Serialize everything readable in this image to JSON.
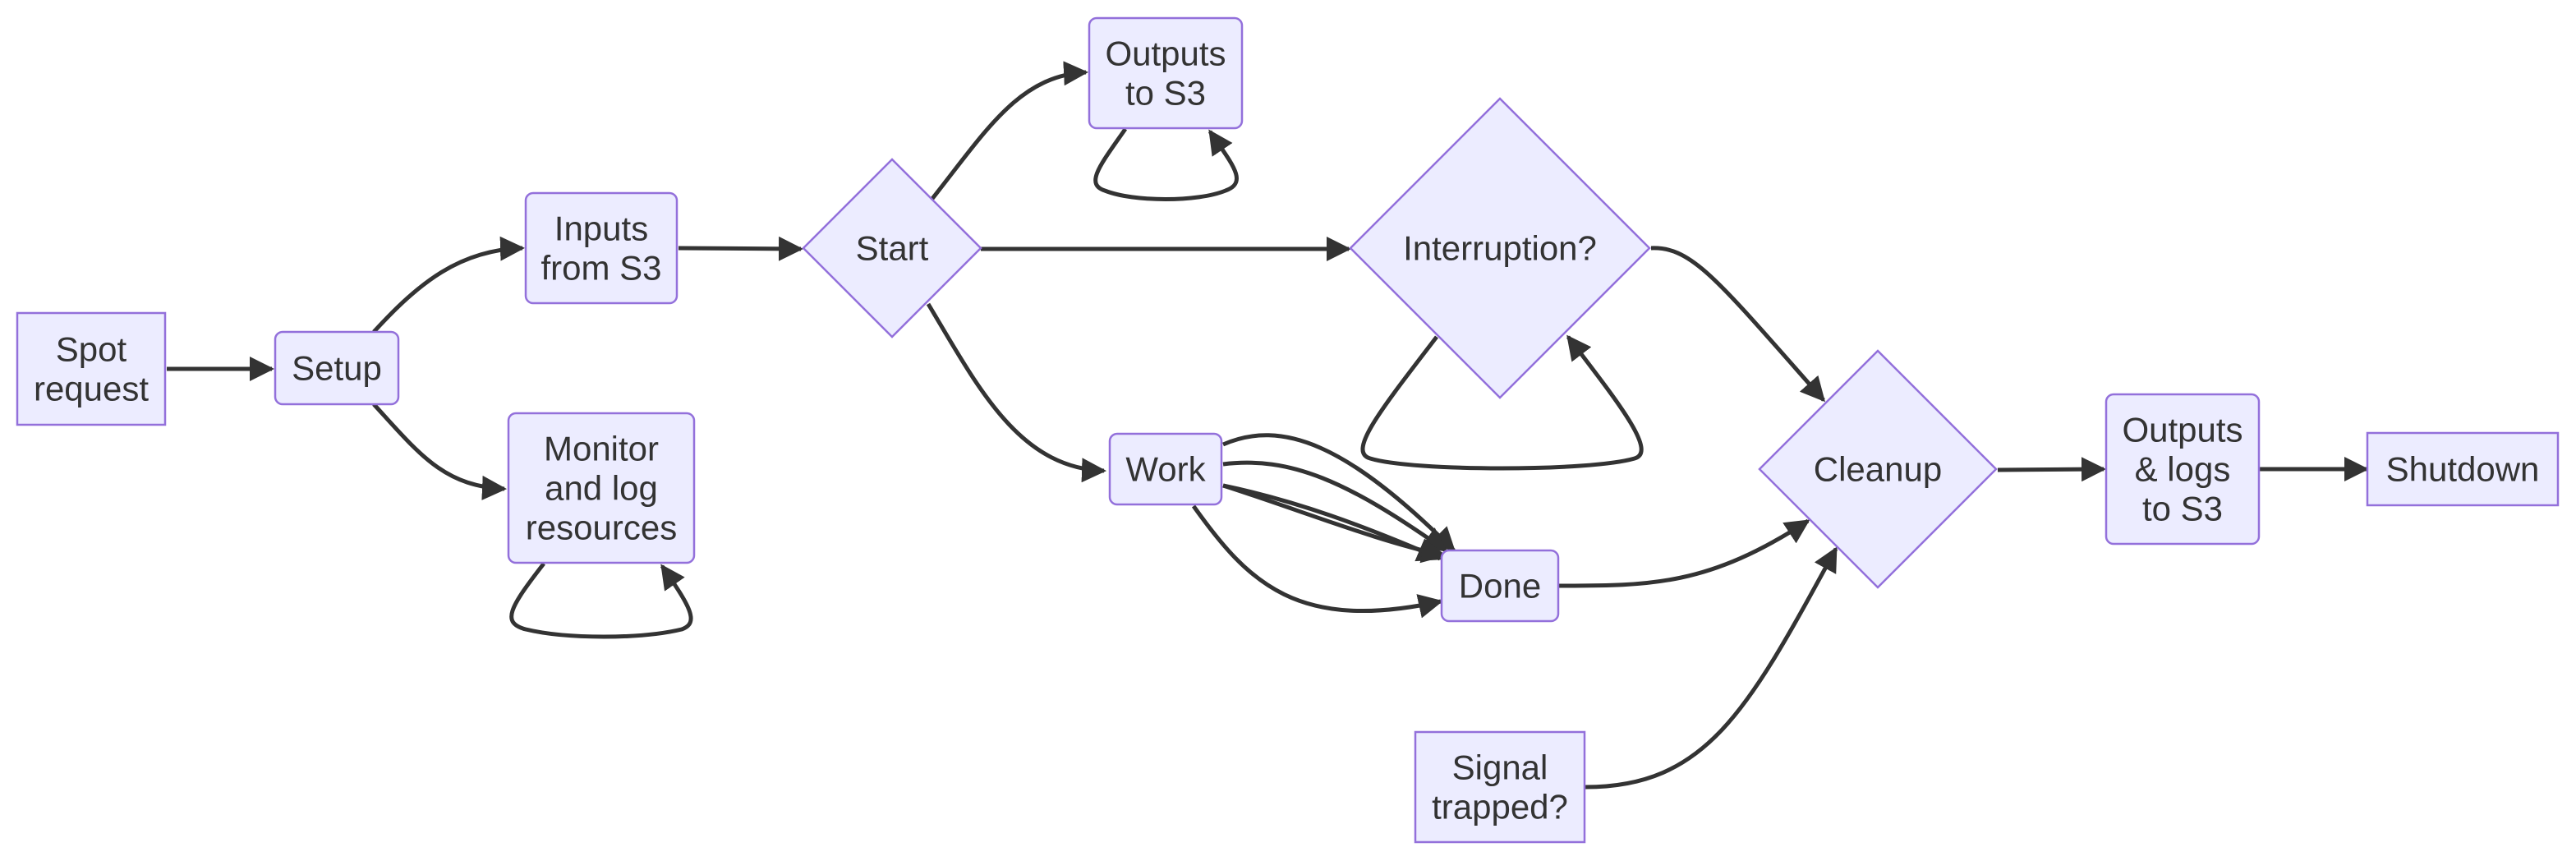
{
  "diagram": {
    "type": "flowchart",
    "colors": {
      "node_fill": "#ECECFF",
      "node_stroke": "#9370DB",
      "edge": "#333333",
      "text": "#333333"
    },
    "nodes": {
      "spot_request": {
        "shape": "rect",
        "lines": [
          "Spot",
          "request"
        ]
      },
      "setup": {
        "shape": "rounded",
        "lines": [
          "Setup"
        ]
      },
      "inputs_from_s3": {
        "shape": "rounded",
        "lines": [
          "Inputs",
          "from S3"
        ]
      },
      "monitor_and_log": {
        "shape": "rounded",
        "lines": [
          "Monitor",
          "and log",
          "resources"
        ]
      },
      "start": {
        "shape": "diamond",
        "lines": [
          "Start"
        ]
      },
      "outputs_to_s3": {
        "shape": "rounded",
        "lines": [
          "Outputs",
          "to S3"
        ]
      },
      "interruption": {
        "shape": "diamond",
        "lines": [
          "Interruption?"
        ]
      },
      "work": {
        "shape": "rounded",
        "lines": [
          "Work"
        ]
      },
      "done": {
        "shape": "rounded",
        "lines": [
          "Done"
        ]
      },
      "signal_trapped": {
        "shape": "rect",
        "lines": [
          "Signal",
          "trapped?"
        ]
      },
      "cleanup": {
        "shape": "diamond",
        "lines": [
          "Cleanup"
        ]
      },
      "outputs_logs_to_s3": {
        "shape": "rounded",
        "lines": [
          "Outputs",
          "& logs",
          "to S3"
        ]
      },
      "shutdown": {
        "shape": "rect",
        "lines": [
          "Shutdown"
        ]
      }
    },
    "edges": [
      {
        "from": "spot_request",
        "to": "setup"
      },
      {
        "from": "setup",
        "to": "inputs_from_s3"
      },
      {
        "from": "setup",
        "to": "monitor_and_log"
      },
      {
        "from": "monitor_and_log",
        "to": "monitor_and_log"
      },
      {
        "from": "inputs_from_s3",
        "to": "start"
      },
      {
        "from": "start",
        "to": "outputs_to_s3"
      },
      {
        "from": "outputs_to_s3",
        "to": "outputs_to_s3"
      },
      {
        "from": "start",
        "to": "interruption"
      },
      {
        "from": "interruption",
        "to": "interruption"
      },
      {
        "from": "start",
        "to": "work"
      },
      {
        "from": "work",
        "to": "done"
      },
      {
        "from": "work",
        "to": "done"
      },
      {
        "from": "work",
        "to": "done"
      },
      {
        "from": "work",
        "to": "done"
      },
      {
        "from": "work",
        "to": "done"
      },
      {
        "from": "interruption",
        "to": "cleanup"
      },
      {
        "from": "done",
        "to": "cleanup"
      },
      {
        "from": "signal_trapped",
        "to": "cleanup"
      },
      {
        "from": "cleanup",
        "to": "outputs_logs_to_s3"
      },
      {
        "from": "outputs_logs_to_s3",
        "to": "shutdown"
      }
    ]
  }
}
